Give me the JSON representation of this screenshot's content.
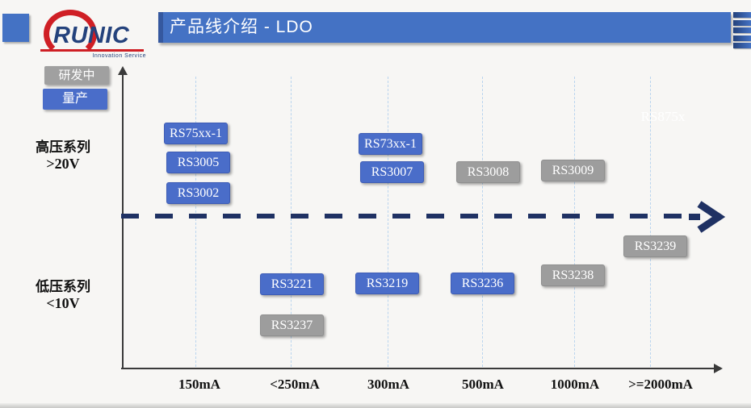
{
  "header": {
    "title": "产品线介绍 - LDO",
    "logo_brand": "RUNIC",
    "logo_tagline": "Innovation Service"
  },
  "legend": {
    "in_development_label": "研发中",
    "mass_production_label": "量产"
  },
  "colors": {
    "header_blue": "#4472c4",
    "mass_production_blue": "#4a6dc9",
    "in_development_gray": "#9d9d9d",
    "divider_navy": "#1f3163",
    "logo_red": "#cf1f25",
    "logo_navy": "#24427c",
    "gridline_blue": "#b9d4ee"
  },
  "chart_data": {
    "type": "scatter",
    "title": "产品线介绍 - LDO",
    "x_categories": [
      "150mA",
      "<250mA",
      "300mA",
      "500mA",
      "1000mA",
      ">=2000mA"
    ],
    "y_groups": [
      {
        "label": "高压系列",
        "range": ">20V"
      },
      {
        "label": "低压系列",
        "range": "<10V"
      }
    ],
    "legend": [
      {
        "label": "研发中",
        "meaning": "in development",
        "color": "#9d9d9d"
      },
      {
        "label": "量产",
        "meaning": "mass production",
        "color": "#4a6dc9"
      }
    ],
    "products": [
      {
        "name": "RS75xx-1",
        "series": "高压系列 >20V",
        "current": "150mA",
        "status": "量产"
      },
      {
        "name": "RS3005",
        "series": "高压系列 >20V",
        "current": "150mA",
        "status": "量产"
      },
      {
        "name": "RS3002",
        "series": "高压系列 >20V",
        "current": "150mA",
        "status": "量产"
      },
      {
        "name": "RS73xx-1",
        "series": "高压系列 >20V",
        "current": "300mA",
        "status": "量产"
      },
      {
        "name": "RS3007",
        "series": "高压系列 >20V",
        "current": "300mA",
        "status": "量产"
      },
      {
        "name": "RS3008",
        "series": "高压系列 >20V",
        "current": "500mA",
        "status": "研发中"
      },
      {
        "name": "RS3009",
        "series": "高压系列 >20V",
        "current": "1000mA",
        "status": "研发中"
      },
      {
        "name": "RS3239",
        "series": "低压系列 <10V",
        "current": ">=2000mA",
        "status": "研发中"
      },
      {
        "name": "RS3221",
        "series": "低压系列 <10V",
        "current": "<250mA",
        "status": "量产"
      },
      {
        "name": "RS3219",
        "series": "低压系列 <10V",
        "current": "300mA",
        "status": "量产"
      },
      {
        "name": "RS3236",
        "series": "低压系列 <10V",
        "current": "500mA",
        "status": "量产"
      },
      {
        "name": "RS3238",
        "series": "低压系列 <10V",
        "current": "1000mA",
        "status": "研发中"
      },
      {
        "name": "RS3237",
        "series": "低压系列 <10V",
        "current": "<250mA",
        "status": "研发中"
      }
    ],
    "watermark": "RS875x",
    "legend_position": "top-left",
    "grid": "vertical-dashed"
  }
}
